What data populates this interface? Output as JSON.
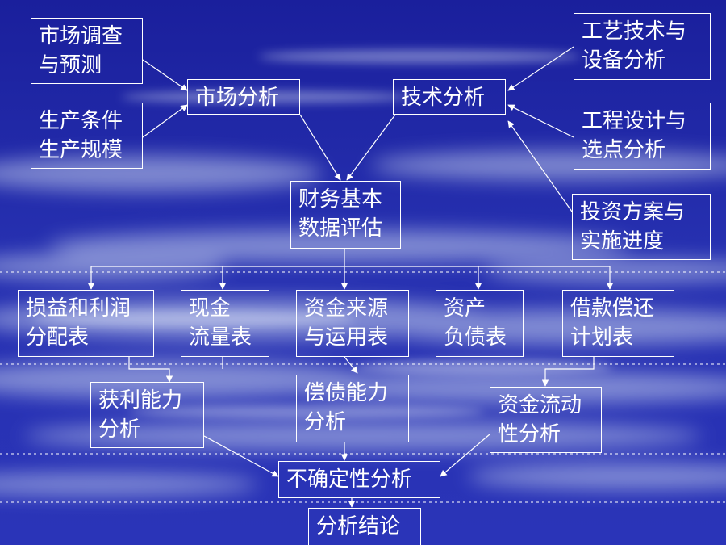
{
  "colors": {
    "background_top": "#1a1f9c",
    "background_bottom": "#2a34b8",
    "cloud": "#c9d4ef",
    "line": "#ffffff"
  },
  "diagram": {
    "nodes": {
      "market_survey": [
        "市场调查",
        "与预测"
      ],
      "production_conditions": [
        "生产条件",
        "生产规模"
      ],
      "market_analysis": [
        "市场分析"
      ],
      "technical_analysis": [
        "技术分析"
      ],
      "process_equipment": [
        "工艺技术与",
        "设备分析"
      ],
      "engineering_design": [
        "工程设计与",
        "选点分析"
      ],
      "investment_plan": [
        "投资方案与",
        "实施进度"
      ],
      "financial_data": [
        "财务基本",
        "数据评估"
      ],
      "profit_table": [
        "损益和利润",
        "分配表"
      ],
      "cash_flow": [
        "现金",
        "流量表"
      ],
      "funds_source": [
        "资金来源",
        "与运用表"
      ],
      "balance_sheet": [
        "资产",
        "负债表"
      ],
      "loan_repayment": [
        "借款偿还",
        "计划表"
      ],
      "profitability": [
        "获利能力",
        "分析"
      ],
      "solvency": [
        "偿债能力",
        "分析"
      ],
      "liquidity": [
        "资金流动",
        "性分析"
      ],
      "uncertainty": [
        "不确定性分析"
      ],
      "conclusion": [
        "分析结论"
      ]
    }
  }
}
